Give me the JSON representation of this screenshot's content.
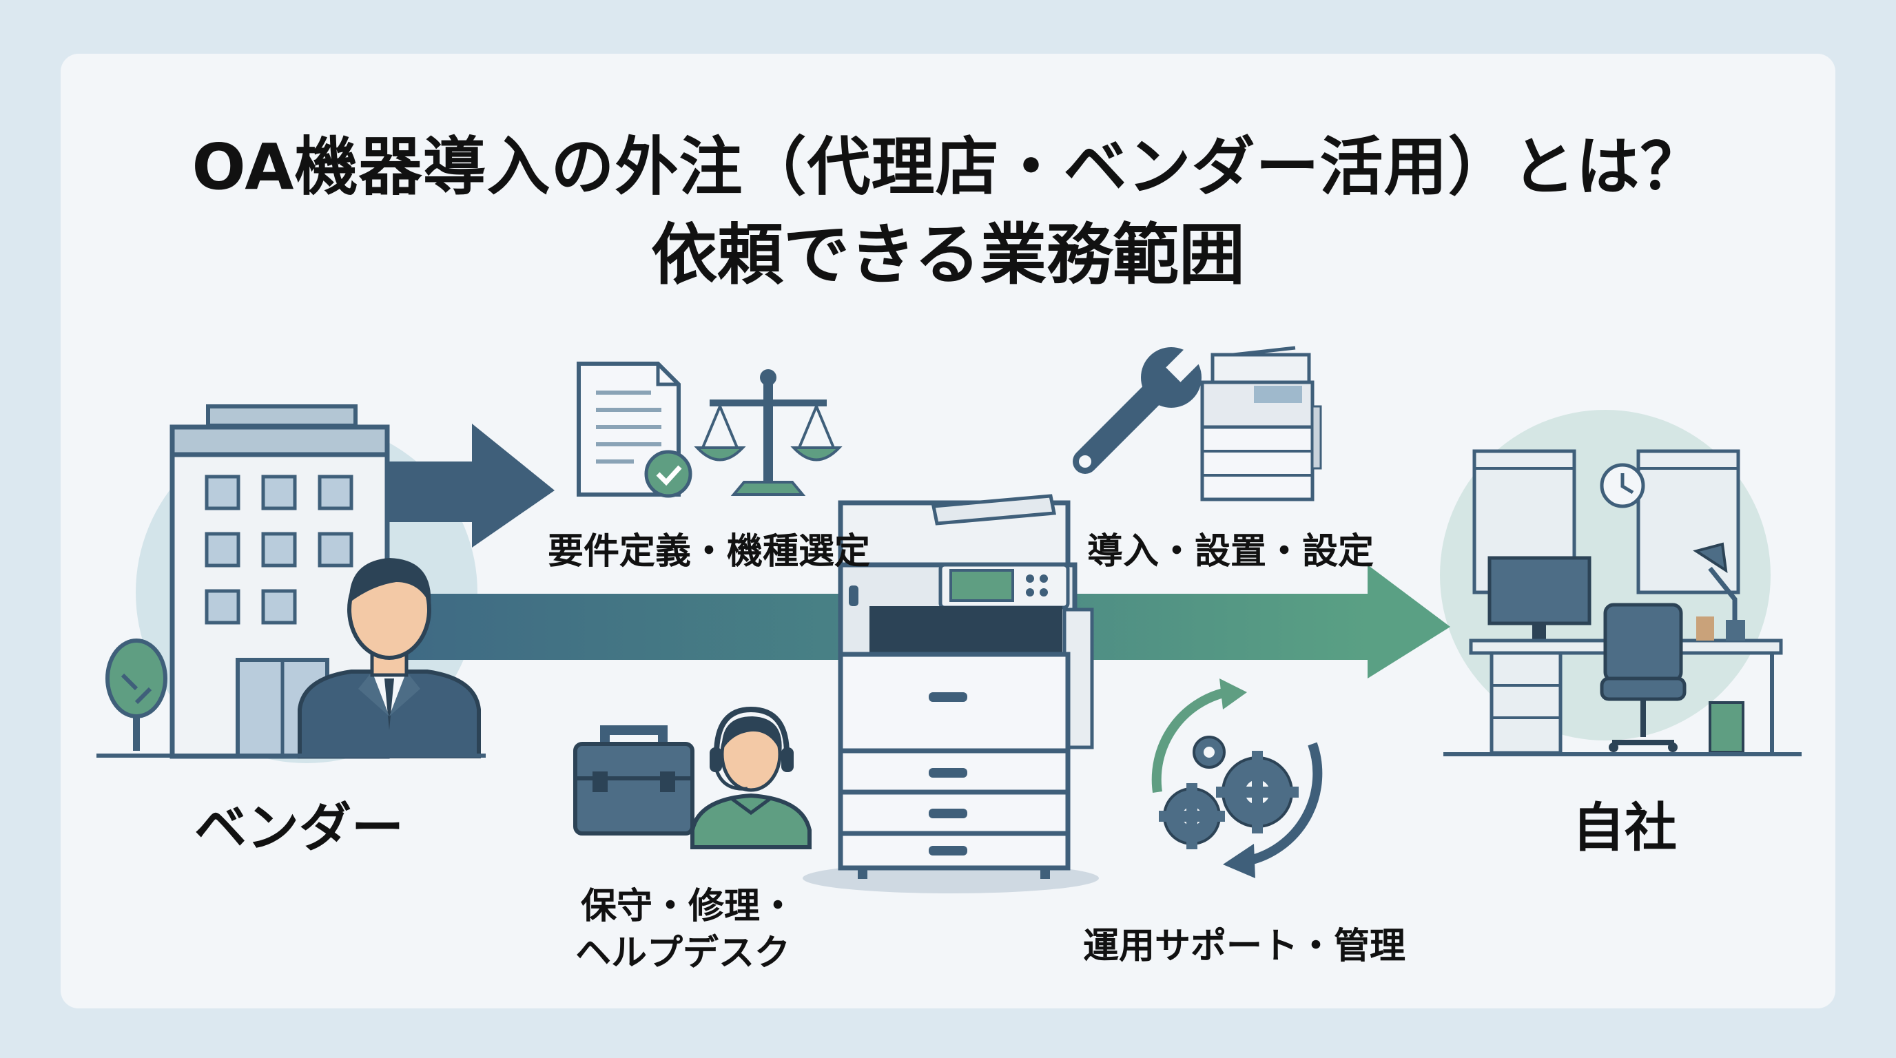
{
  "title": {
    "line1": "OA機器導入の外注（代理店・ベンダー活用）とは？",
    "line2": "依頼できる業務範囲"
  },
  "actors": {
    "vendor": "ベンダー",
    "company": "自社"
  },
  "services": [
    {
      "label": "要件定義・機種選定",
      "icons": [
        "document-check-icon",
        "scale-icon"
      ]
    },
    {
      "label": "導入・設置・設定",
      "icons": [
        "wrench-icon",
        "copier-icon"
      ]
    },
    {
      "label_lines": [
        "保守・修理・",
        "ヘルプデスク"
      ],
      "icons": [
        "toolbox-icon",
        "headset-operator-icon"
      ]
    },
    {
      "label": "運用サポート・管理",
      "icons": [
        "gears-cycle-icon"
      ]
    }
  ],
  "colors": {
    "navy": "#3f5f7a",
    "teal": "#4f8d86",
    "green": "#5f9e82",
    "background": "#dce8f0",
    "card": "#f3f6f9"
  }
}
